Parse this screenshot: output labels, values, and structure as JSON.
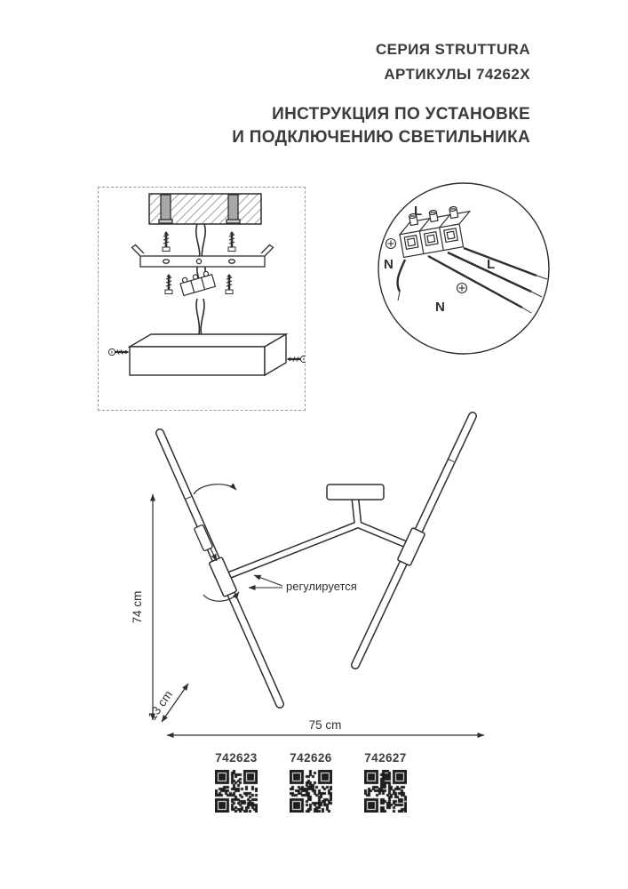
{
  "header": {
    "series": "СЕРИЯ STRUTTURA",
    "articles_line": "АРТИКУЛЫ 74262X",
    "instruction_line1": "ИНСТРУКЦИЯ ПО УСТАНОВКЕ",
    "instruction_line2": "И ПОДКЛЮЧЕНИЮ СВЕТИЛЬНИКА"
  },
  "wiring_detail": {
    "terminal_l": "L",
    "terminal_n": "N",
    "wire_l": "L",
    "wire_n": "N"
  },
  "fixture": {
    "adjustable_label": "регулируется",
    "height_dim": "74 cm",
    "offset_dim": "13 cm",
    "width_dim": "75 cm"
  },
  "articles": [
    {
      "number": "742623"
    },
    {
      "number": "742626"
    },
    {
      "number": "742627"
    }
  ],
  "colors": {
    "ink": "#2e2e2e",
    "text": "#3b3b3b"
  }
}
